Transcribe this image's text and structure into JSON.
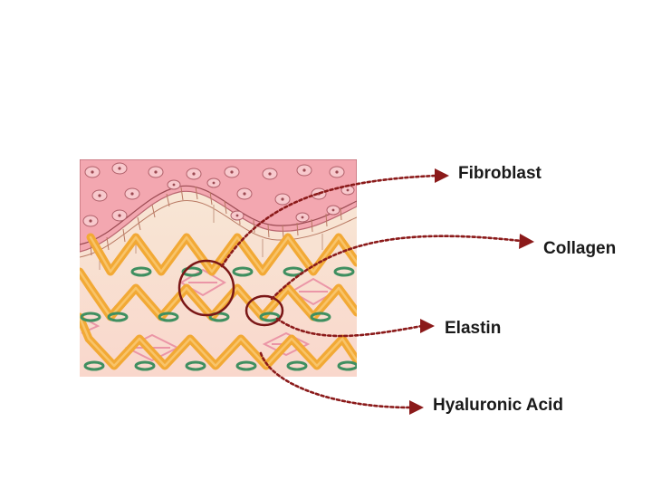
{
  "labels": {
    "fibroblast": "Fibroblast",
    "collagen": "Collagen",
    "elastin": "Elastin",
    "hyaluronic_acid": "Hyaluronic Acid"
  },
  "colors": {
    "epidermis": "#f3a9b1",
    "cell": "#f8c9cd",
    "dermis_top": "#f8e5cf",
    "dermis_bottom": "#f9d8cc",
    "collagen": "#f2a935",
    "elastin_ring": "#3f8f60",
    "hyaluronic": "#e98aa0",
    "pointer": "#8b1a1a"
  },
  "icons": {
    "pointer_arrow": "arrowhead-icon",
    "callout_circle": "dashed-circle-icon"
  }
}
